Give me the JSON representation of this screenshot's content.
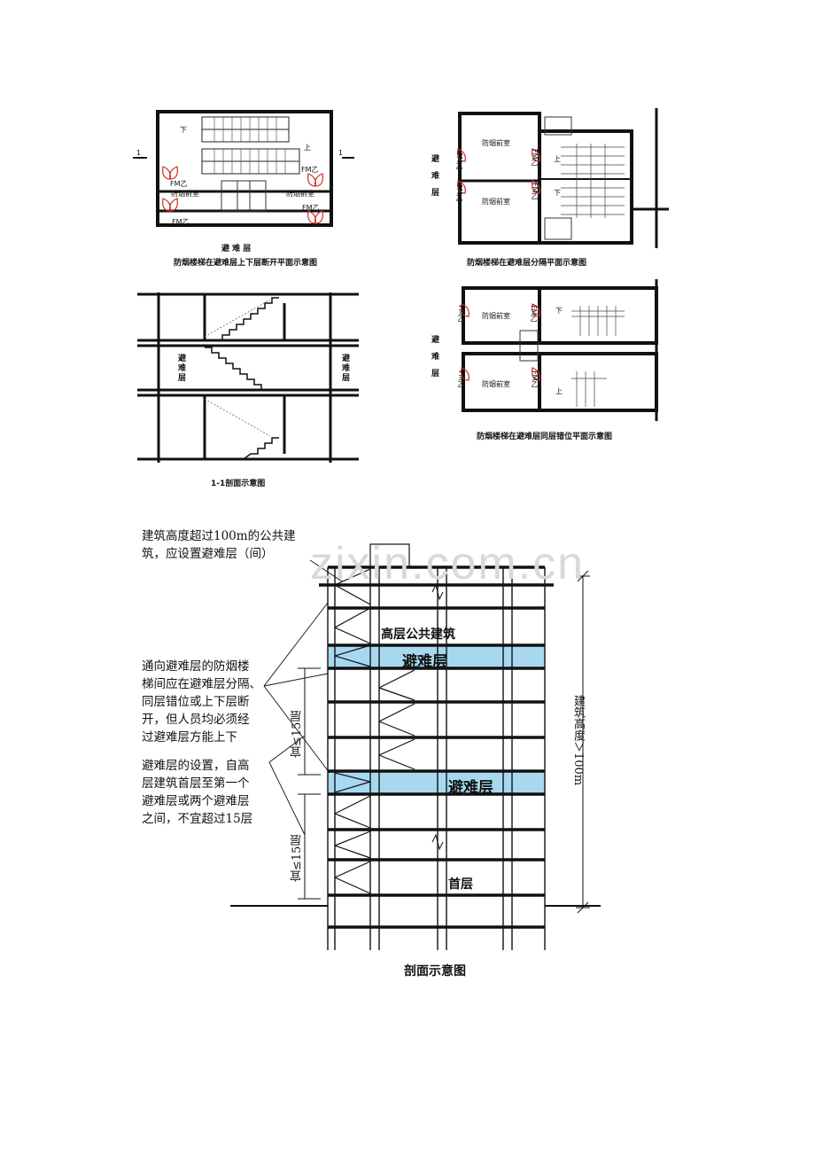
{
  "plan_a": {
    "caption_floor": "避 难 层",
    "caption": "防烟楼梯在避难层上下层断开平面示意图",
    "down_label": "下",
    "up_label": "上",
    "room_label": "防烟前室",
    "door_label": "FM乙",
    "section_mark": "1"
  },
  "plan_b": {
    "caption": "防烟楼梯在避难层分隔平面示意图",
    "side_label": "避难层",
    "room_label": "防烟前室",
    "door_label": "FM乙",
    "up_label": "上",
    "down_label": "下"
  },
  "section_1": {
    "caption": "1-1剖面示意图",
    "left_label": "避难层",
    "right_label": "避难层"
  },
  "plan_c": {
    "caption": "防烟楼梯在避难层同层错位平面示意图",
    "side_label": "避难层",
    "room_label": "防烟前室",
    "door_label": "FM乙",
    "up_label": "上",
    "down_label": "下"
  },
  "big_section": {
    "caption": "剖面示意图",
    "label_building": "高层公共建筑",
    "label_refuge_1": "避难层",
    "label_refuge_2": "避难层",
    "label_ground": "首层",
    "dim_height": "建筑高度＞100m",
    "dim_floors_1": "宜≤15层",
    "dim_floors_2": "宜≤15层",
    "refuge_color": "#a8d8f0",
    "note_1": [
      "建筑高度超过100m的公共建",
      "筑，应设置避难层（间）"
    ],
    "note_2": [
      "通向避难层的防烟楼",
      "梯间应在避难层分隔、",
      "同层错位或上下层断",
      "开，但人员均必须经",
      "过避难层方能上下"
    ],
    "note_3": [
      "避难层的设置，自高",
      "层建筑首层至第一个",
      "避难层或两个避难层",
      "之间，不宜超过15层"
    ]
  },
  "watermark": "zixin.com.cn"
}
